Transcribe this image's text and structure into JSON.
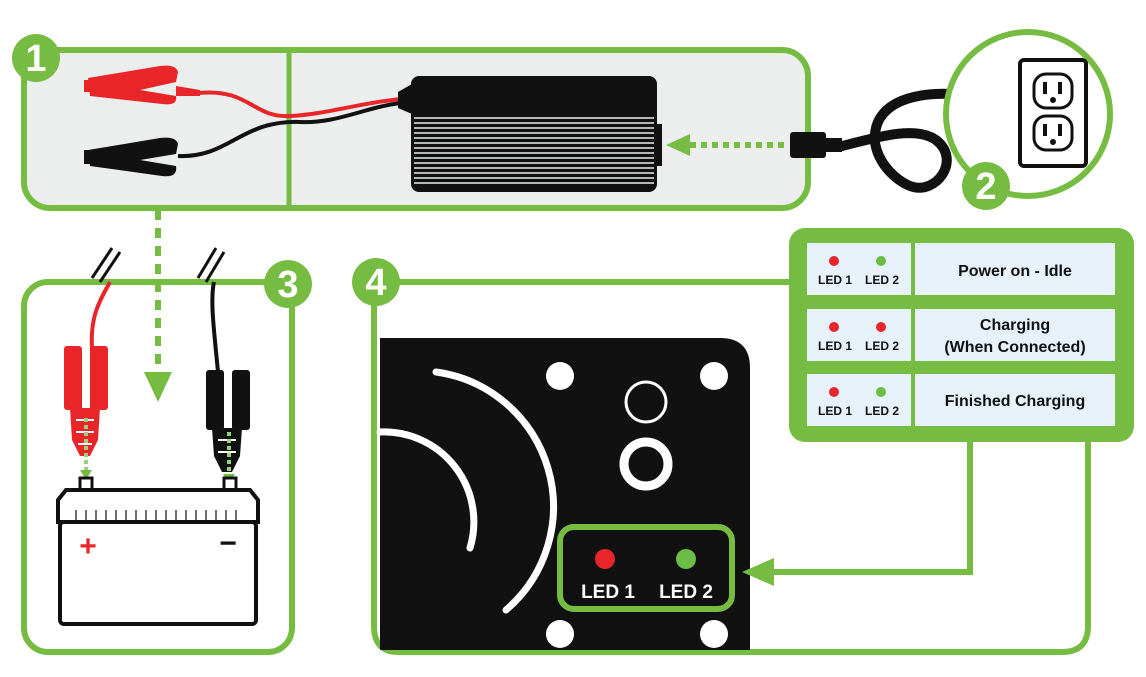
{
  "steps": {
    "step1": "1",
    "step2": "2",
    "step3": "3",
    "step4": "4"
  },
  "battery": {
    "plus": "+",
    "minus": "−"
  },
  "legend": {
    "rows": [
      {
        "led1_label": "LED 1",
        "led2_label": "LED 2",
        "led1_color": "#e8262a",
        "led2_color": "#6bbd45",
        "status_line1": "Power on - Idle",
        "status_line2": ""
      },
      {
        "led1_label": "LED 1",
        "led2_label": "LED 2",
        "led1_color": "#e8262a",
        "led2_color": "#e8262a",
        "status_line1": "Charging",
        "status_line2": "(When Connected)"
      },
      {
        "led1_label": "LED 1",
        "led2_label": "LED 2",
        "led1_color": "#e8262a",
        "led2_color": "#6bbd45",
        "status_line1": "Finished Charging",
        "status_line2": ""
      }
    ]
  },
  "charger_panel": {
    "led1_label": "LED 1",
    "led2_label": "LED 2",
    "led1_color": "#e8262a",
    "led2_color": "#6bbd45"
  },
  "colors": {
    "accent_green": "#76bc43",
    "panel_gray": "#eceeed",
    "legend_cell": "#e6f1fa",
    "clamp_red": "#e8262a",
    "device_black": "#111111"
  }
}
